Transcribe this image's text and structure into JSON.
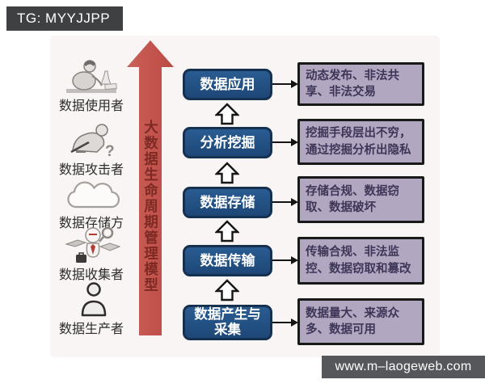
{
  "top_banner": {
    "label": "TG: MYYJJPP"
  },
  "bottom_banner": {
    "label": "www.m–laogeweb.com"
  },
  "diagram": {
    "title_arrow_label": "大数据生命周期管理模型",
    "actors": [
      {
        "label": "数据使用者",
        "icon": "desk-user-icon"
      },
      {
        "label": "数据攻击者",
        "icon": "attacker-icon"
      },
      {
        "label": "数据存储方",
        "icon": "cloud-icon"
      },
      {
        "label": "数据收集者",
        "icon": "collector-icon"
      },
      {
        "label": "数据生产者",
        "icon": "person-icon"
      }
    ],
    "stages": [
      {
        "label": "数据应用",
        "risk": "动态发布、非法共享、非法交易"
      },
      {
        "label": "分析挖掘",
        "risk": "挖掘手段层出不穷，通过挖掘分析出隐私"
      },
      {
        "label": "数据存储",
        "risk": "存储合规、数据窃取、数据破坏"
      },
      {
        "label": "数据传输",
        "risk": "传输合规、非法监控、数据窃取和篡改"
      },
      {
        "label": "数据产生与采集",
        "risk": "数据量大、来源众多、数据可用"
      }
    ]
  },
  "colors": {
    "arrow_red": "#c0504d",
    "arrow_text_red": "#7e2a24",
    "stage_blue": "#1f4e79",
    "stage_border": "#16304f",
    "risk_purple_bg": "#b2a7c1",
    "risk_text": "#3d3657",
    "banner_gray_top": "#3f4042",
    "banner_gray_bottom": "#56575b"
  }
}
